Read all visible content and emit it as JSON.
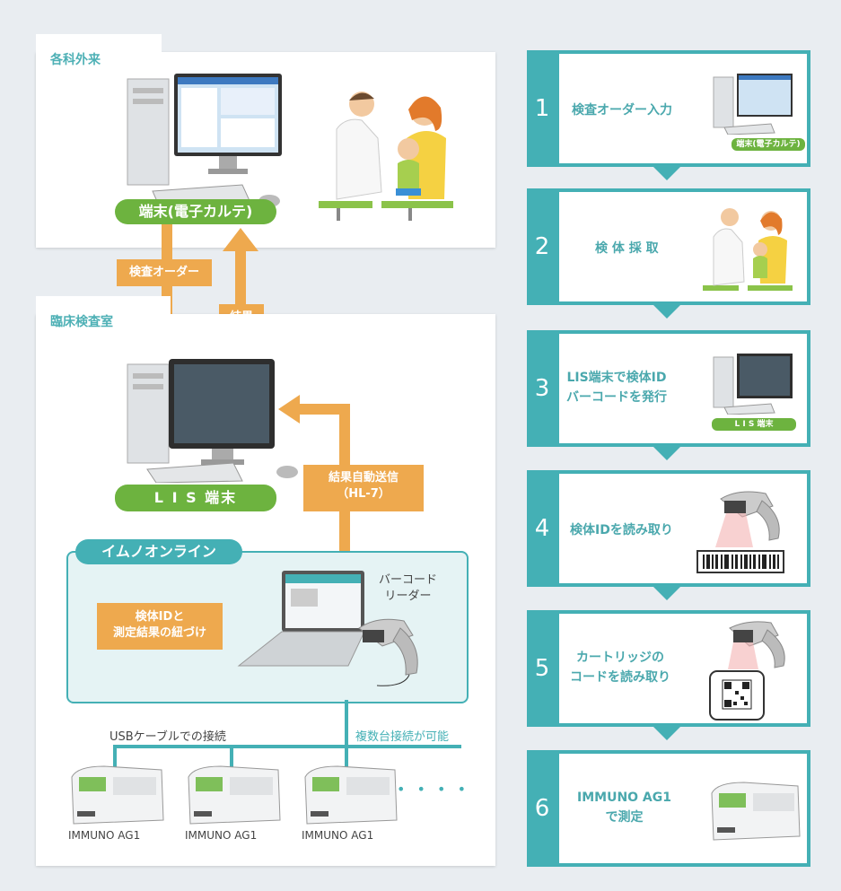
{
  "outpatient": {
    "title": "各科外来",
    "terminal_label": "端末(電子カルテ)"
  },
  "lab": {
    "title": "臨床検査室",
    "lis_label": "L I S 端末"
  },
  "arrows": {
    "order": "検査オーダー",
    "result": "結果",
    "auto_send_line1": "結果自動送信",
    "auto_send_line2": "（HL-7）"
  },
  "immuno_online": {
    "title": "イムノオンライン",
    "link_line1": "検体IDと",
    "link_line2": "測定結果の紐づけ",
    "reader_line1": "バーコード",
    "reader_line2": "リーダー"
  },
  "connection": {
    "usb": "USBケーブルでの接続",
    "multi": "複数台接続が可能",
    "dots": "• • • •"
  },
  "devices": [
    "IMMUNO AG1",
    "IMMUNO AG1",
    "IMMUNO AG1"
  ],
  "steps": [
    {
      "num": "1",
      "line1": "検査オーダー入力",
      "line2": "",
      "badge": "端末(電子カルテ)"
    },
    {
      "num": "2",
      "line1": "検 体 採 取",
      "line2": "",
      "badge": ""
    },
    {
      "num": "3",
      "line1": "LIS端末で検体ID",
      "line2": "バーコードを発行",
      "badge": "L I S 端末"
    },
    {
      "num": "4",
      "line1": "検体IDを読み取り",
      "line2": "",
      "badge": ""
    },
    {
      "num": "5",
      "line1": "カートリッジの",
      "line2": "コードを読み取り",
      "badge": ""
    },
    {
      "num": "6",
      "line1": "IMMUNO AG1",
      "line2": "で測定",
      "badge": ""
    }
  ],
  "colors": {
    "teal": "#44b0b5",
    "green": "#6db33f",
    "orange": "#eea94e",
    "bg": "#e9edf1"
  }
}
